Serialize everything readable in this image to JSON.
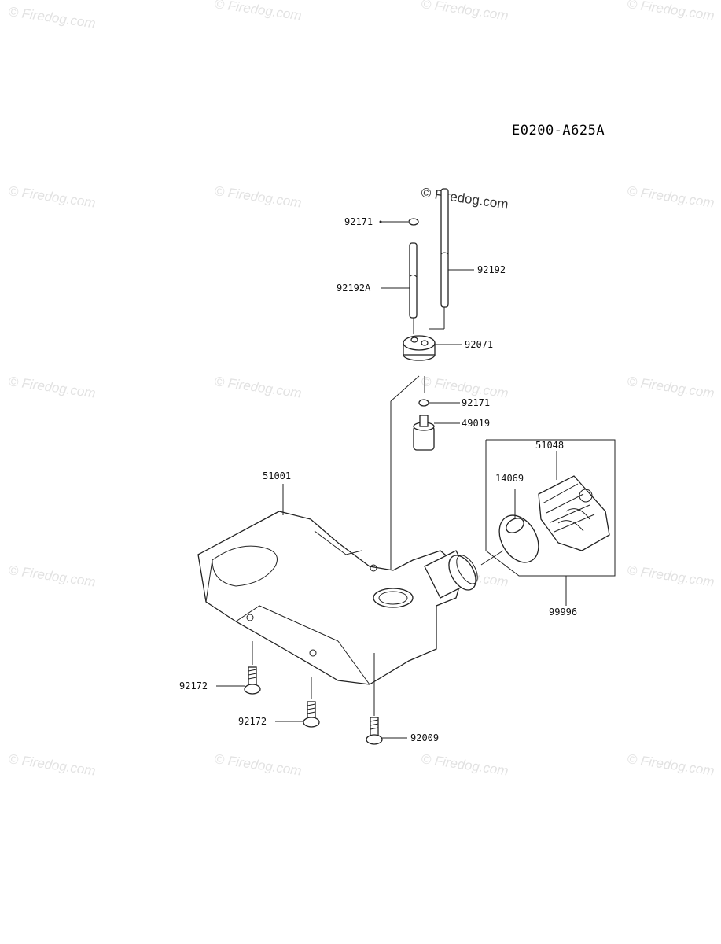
{
  "diagram": {
    "code": "E0200-A625A",
    "watermark": "© Firedog.com",
    "labels": {
      "p92171_top": "92171",
      "p92192A": "92192A",
      "p92192": "92192",
      "p92071": "92071",
      "p92171_mid": "92171",
      "p49019": "49019",
      "p51048": "51048",
      "p14069": "14069",
      "p51001": "51001",
      "p99996": "99996",
      "p92172_a": "92172",
      "p92172_b": "92172",
      "p92009": "92009"
    }
  }
}
